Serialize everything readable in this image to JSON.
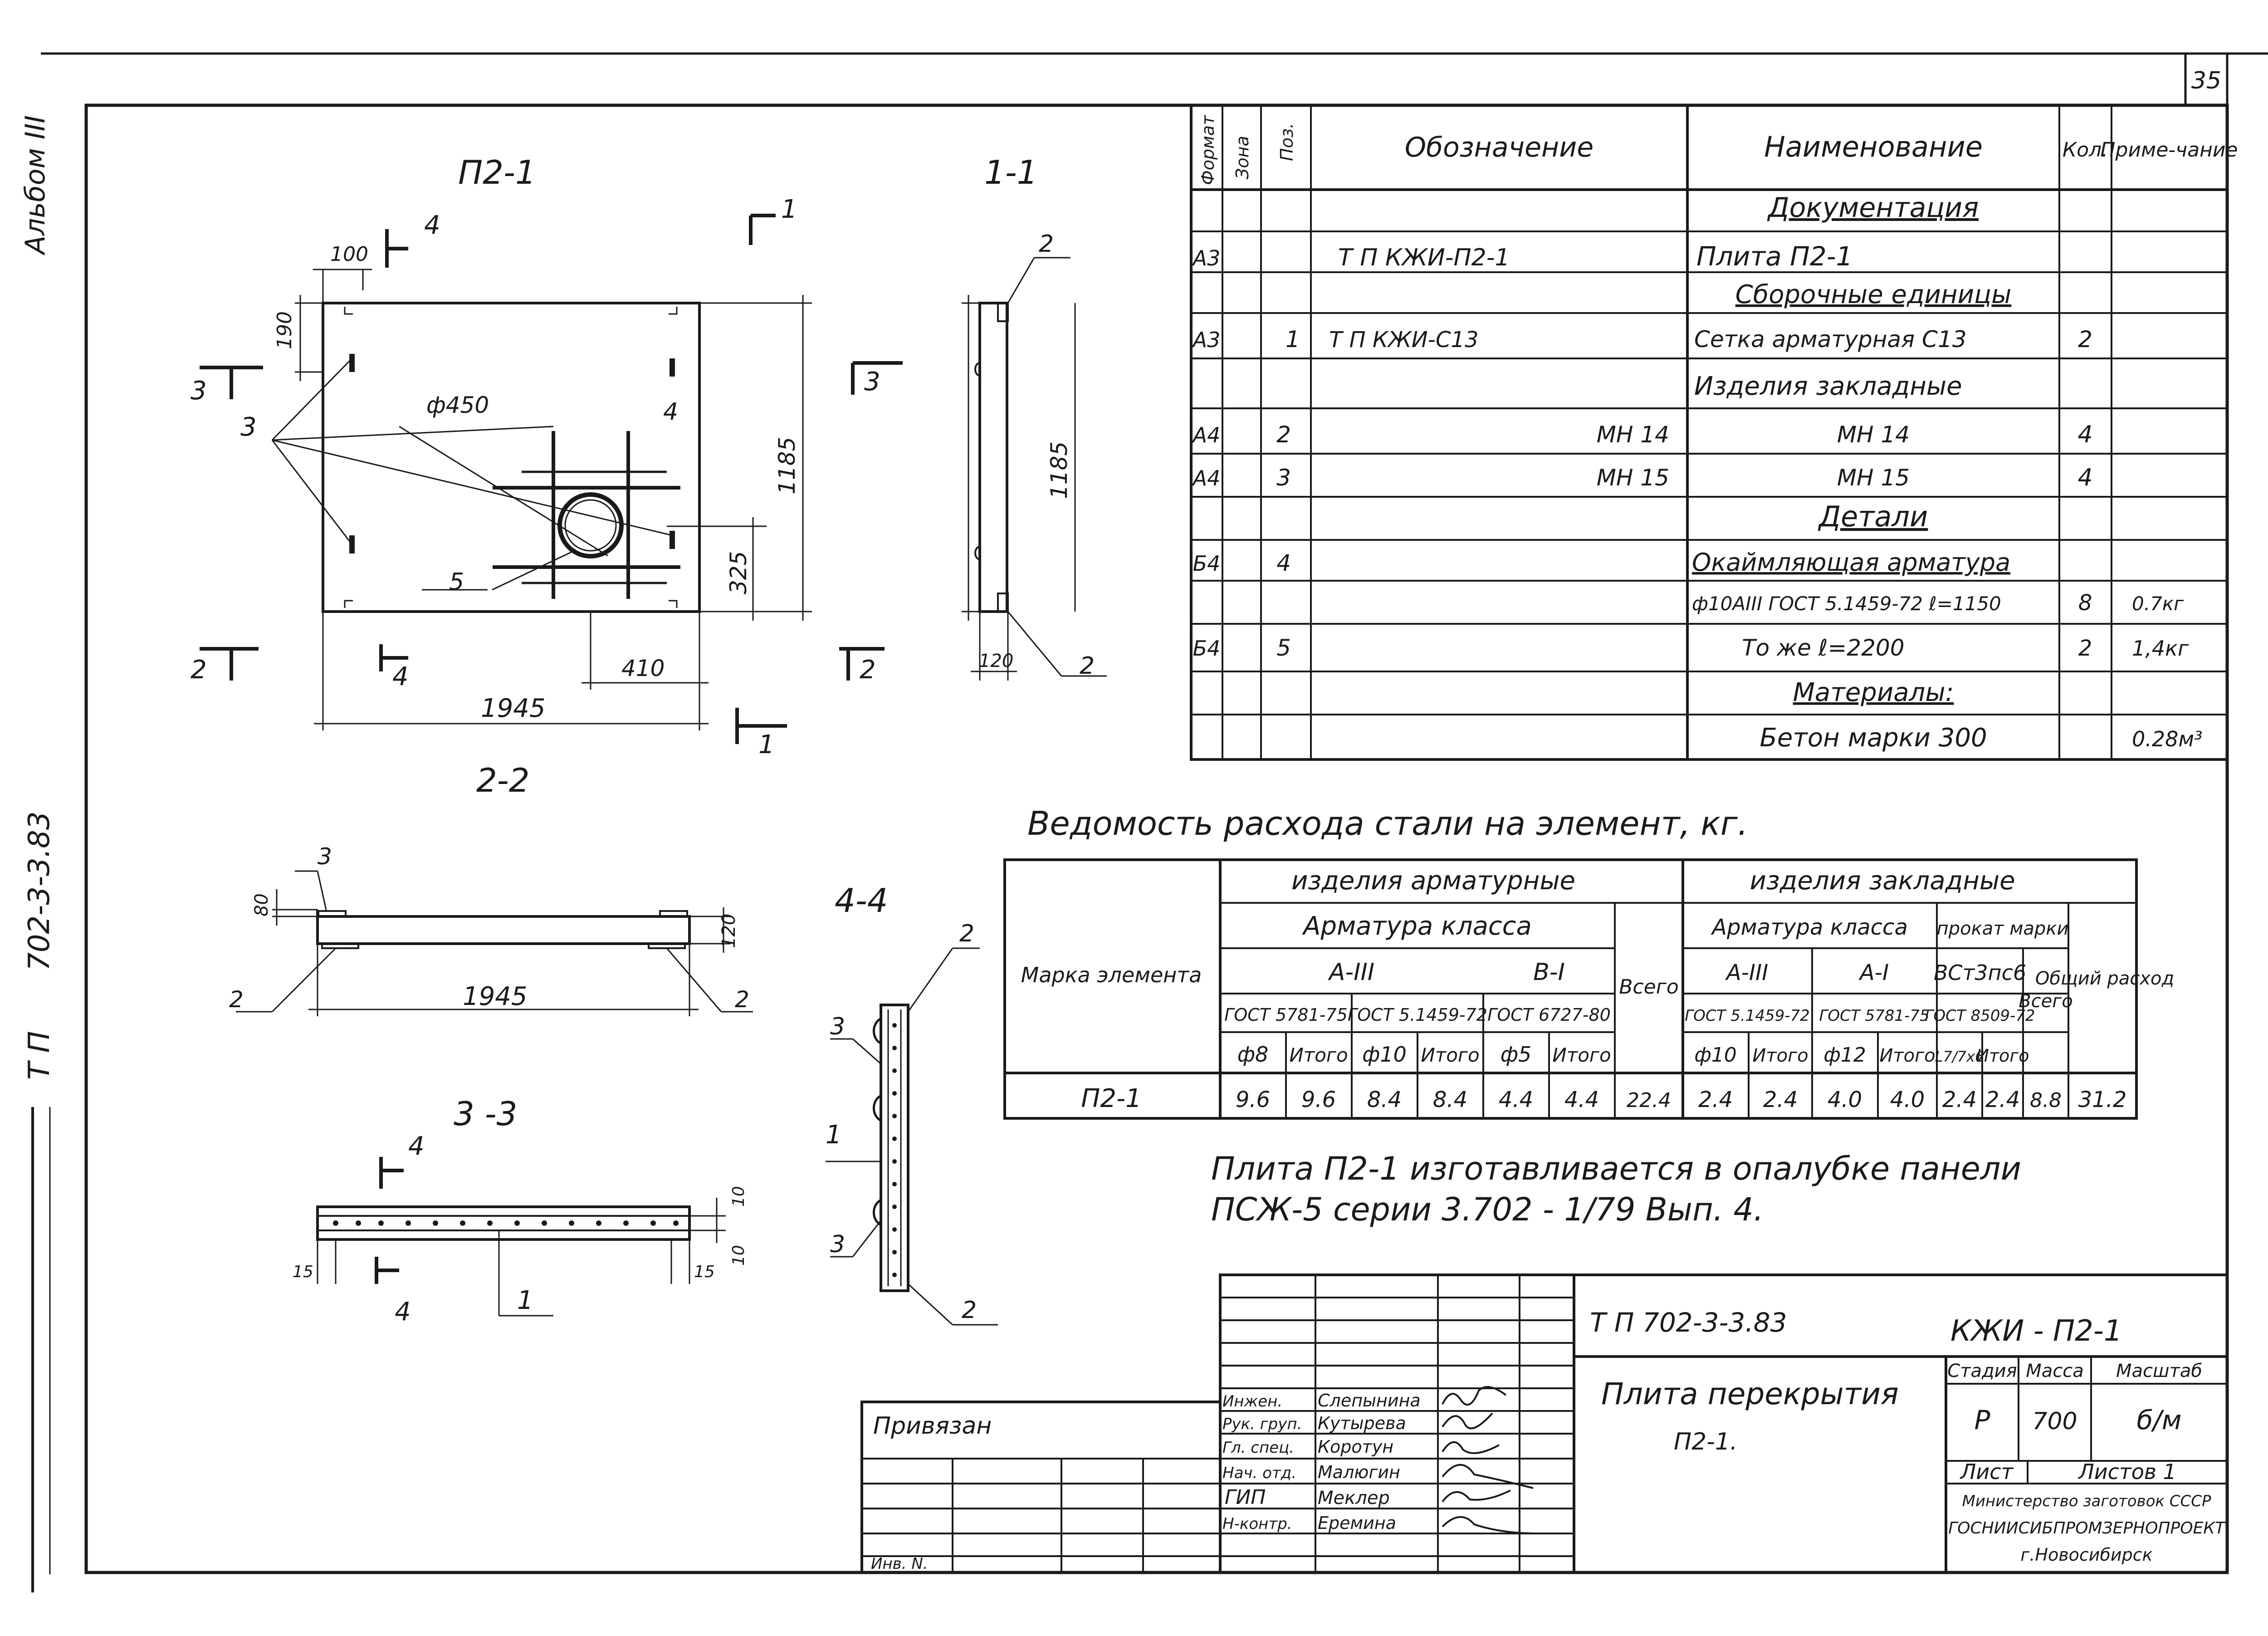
{
  "sheet": {
    "number": "35",
    "album": "Альбом III",
    "series": "702-3-3.83",
    "tp": "Т П"
  },
  "views": {
    "plan_title": "П2-1",
    "section_1_1": "1-1",
    "section_2_2": "2-2",
    "section_3_3": "3 -3",
    "section_4_4": "4-4",
    "cut_marks": {
      "c1": "1",
      "c2": "2",
      "c3": "3",
      "c4": "4"
    },
    "positions": {
      "p1": "1",
      "p2": "2",
      "p3": "3",
      "p4": "4",
      "p5": "5"
    },
    "dims": {
      "d100": "100",
      "d190": "190",
      "phi450": "ф450",
      "d1185": "1185",
      "d325": "325",
      "d410": "410",
      "d1945": "1945",
      "d120": "120",
      "d80": "80",
      "d10": "10",
      "d15": "15"
    }
  },
  "spec_table": {
    "headers": {
      "format": "Формат",
      "zone": "Зона",
      "pos": "Поз.",
      "designation": "Обозначение",
      "name": "Наименование",
      "qty": "Кол.",
      "note": "Приме-чание"
    },
    "rows": [
      {
        "format": "",
        "pos": "",
        "designation": "",
        "name": "Документация",
        "qty": "",
        "note": ""
      },
      {
        "format": "А3",
        "pos": "",
        "designation": "Т П          КЖИ-П2-1",
        "name": "Плита П2-1",
        "qty": "",
        "note": ""
      },
      {
        "format": "",
        "pos": "",
        "designation": "",
        "name": "Сборочные единицы",
        "qty": "",
        "note": ""
      },
      {
        "format": "А3",
        "pos": "1",
        "designation": "Т П              КЖИ-С13",
        "name": "Сетка арматурная С13",
        "qty": "2",
        "note": ""
      },
      {
        "format": "",
        "pos": "",
        "designation": "",
        "name": "Изделия закладные",
        "qty": "",
        "note": ""
      },
      {
        "format": "А4",
        "pos": "2",
        "designation": "МН 14",
        "name": "МН 14",
        "qty": "4",
        "note": ""
      },
      {
        "format": "А4",
        "pos": "3",
        "designation": "МН 15",
        "name": "МН 15",
        "qty": "4",
        "note": ""
      },
      {
        "format": "",
        "pos": "",
        "designation": "",
        "name": "Детали",
        "qty": "",
        "note": ""
      },
      {
        "format": "Б4",
        "pos": "4",
        "designation": "",
        "name": "Окаймляющая арматура",
        "qty": "",
        "note": ""
      },
      {
        "format": "",
        "pos": "",
        "designation": "",
        "name": "ф10АIII ГОСТ 5.1459-72  ℓ=1150",
        "qty": "8",
        "note": "0.7кг"
      },
      {
        "format": "Б4",
        "pos": "5",
        "designation": "",
        "name": "То же        ℓ=2200",
        "qty": "2",
        "note": "1,4кг"
      },
      {
        "format": "",
        "pos": "",
        "designation": "",
        "name": "Материалы:",
        "qty": "",
        "note": ""
      },
      {
        "format": "",
        "pos": "",
        "designation": "",
        "name": "Бетон марки 300",
        "qty": "",
        "note": "0.28м³"
      }
    ]
  },
  "steel": {
    "title": "Ведомость   расхода   стали   на   элемент, кг.",
    "h_mark": "Марка элемента",
    "h_arm_items": "изделия   арматурные",
    "h_emb_items": "изделия   закладные",
    "h_arm_class": "Арматура класса",
    "h_arm_class2": "Арматура класса",
    "h_rolled": "прокат марки",
    "h_vsego": "Всего",
    "h_vsego2": "Всего",
    "h_total": "Общий расход",
    "h_a3": "А-III",
    "h_b1": "В-I",
    "h_a3b": "А-III",
    "h_a1": "А-I",
    "h_vst": "ВСт3пс6",
    "g1": "ГОСТ 5781-75",
    "g2": "ГОСТ 5.1459-72",
    "g3": "ГОСТ 6727-80",
    "g4": "ГОСТ 5.1459-72",
    "g5": "ГОСТ 5781-75",
    "g6": "ГОСТ 8509-72",
    "sub": [
      "ф8",
      "Итого",
      "ф10",
      "Итого",
      "ф5",
      "Итого",
      "ф10",
      "Итого",
      "ф12",
      "Итого",
      "L7/7x6",
      "Итого"
    ],
    "row": {
      "mark": "П2-1",
      "vals": [
        "9.6",
        "9.6",
        "8.4",
        "8.4",
        "4.4",
        "4.4",
        "22.4",
        "2.4",
        "2.4",
        "4.0",
        "4.0",
        "2.4",
        "2.4",
        "8.8",
        "31.2"
      ]
    }
  },
  "note": {
    "line1": "Плита П2-1  изготавливается   в опалубке   панели",
    "line2": "ПСЖ-5   серии 3.702 - 1/79   Вып. 4."
  },
  "stamp": {
    "code": "Т П   702-3-3.83",
    "doc": "КЖИ - П2-1",
    "title1": "Плита перекрытия",
    "title2": "П2-1.",
    "stage_h": "Стадия",
    "mass_h": "Масса",
    "scale_h": "Масштаб",
    "stage": "Р",
    "mass": "700",
    "scale": "б/м",
    "sheet_h": "Лист",
    "sheets_h": "Листов 1",
    "org1": "Министерство заготовок СССР",
    "org2": "ГОСНИИСИБПРОМЗЕРНОПРОЕКТ",
    "org3": "г.Новосибирск",
    "privyazan": "Привязан",
    "inv": "Инв. N.",
    "signers": [
      {
        "role": "Инжен.",
        "name": "Слепынина"
      },
      {
        "role": "Рук. груп.",
        "name": "Кутырева"
      },
      {
        "role": "Гл. спец.",
        "name": "Коротун"
      },
      {
        "role": "Нач. отд.",
        "name": "Малюгин"
      },
      {
        "role": "ГИП",
        "name": "Меклер"
      },
      {
        "role": "Н-контр.",
        "name": "Еремина"
      }
    ]
  }
}
